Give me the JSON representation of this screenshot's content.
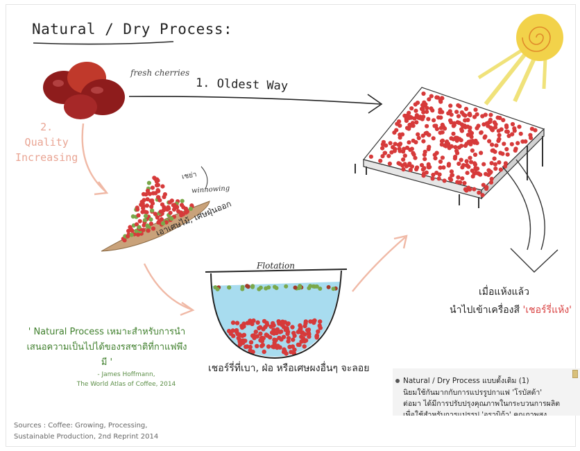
{
  "title": "Natural / Dry Process:",
  "labels": {
    "fresh_cherries": "fresh cherries",
    "oldest_way": "1. Oldest Way",
    "quality": "2.\nQuality\nIncreasing",
    "choei": "เชย่า",
    "winnowing": "winnowing",
    "remove_debris": "เอาเศษไม้, เศษฝุ่นออก",
    "flotation": "Flotation",
    "float_note": "เชอร์รี่ที่เบา, ฝ่อ หรือเศษผงอื่นๆ จะลอย",
    "dry_line1": "เมื่อแห้งแล้ว",
    "dry_line2_prefix": "นำไปเข้าเครื่องสี ",
    "dry_line2_highlight": "'เชอร์รี่แห้ง'"
  },
  "quote": {
    "text": "' Natural Process เหมาะสำหรับการนำเสนอความเป็นไปได้ของรสชาติที่กาแฟพึงมี '",
    "author": "- James Hoffmann,",
    "source": "The World Atlas of Coffee, 2014"
  },
  "sources": "Sources : Coffee: Growing, Processing,\nSustainable Production, 2nd Reprint 2014",
  "info_panel": {
    "line1": "Natural / Dry Process แบบดั้งเดิม (1)",
    "line2": "นิยมใช้กันมากกับการแปรรูปกาแฟ 'โรบัสต้า'",
    "line3": "ต่อมา ได้มีการปรับปรุงคุณภาพในกระบวนการผลิต",
    "line4": "เพื่อใช้สำหรับการแปรรูป 'อราบิก้า' คุณภาพสูง"
  },
  "colors": {
    "cherry": "#d63a3a",
    "dark_cherry": "#8e1c1c",
    "green_bean": "#7aa84a",
    "water": "#a8dcef",
    "sun": "#f2d24a",
    "sun_rays": "#f0e27a",
    "tray": "#c9a27a",
    "arrow_peach": "#f0b9a6",
    "quote_green": "#3f7f2c",
    "highlight_red": "#d94040"
  },
  "icons": [
    "sun-icon",
    "cherries-icon",
    "drying-table-icon",
    "winnowing-tray-icon",
    "flotation-basin-icon"
  ]
}
